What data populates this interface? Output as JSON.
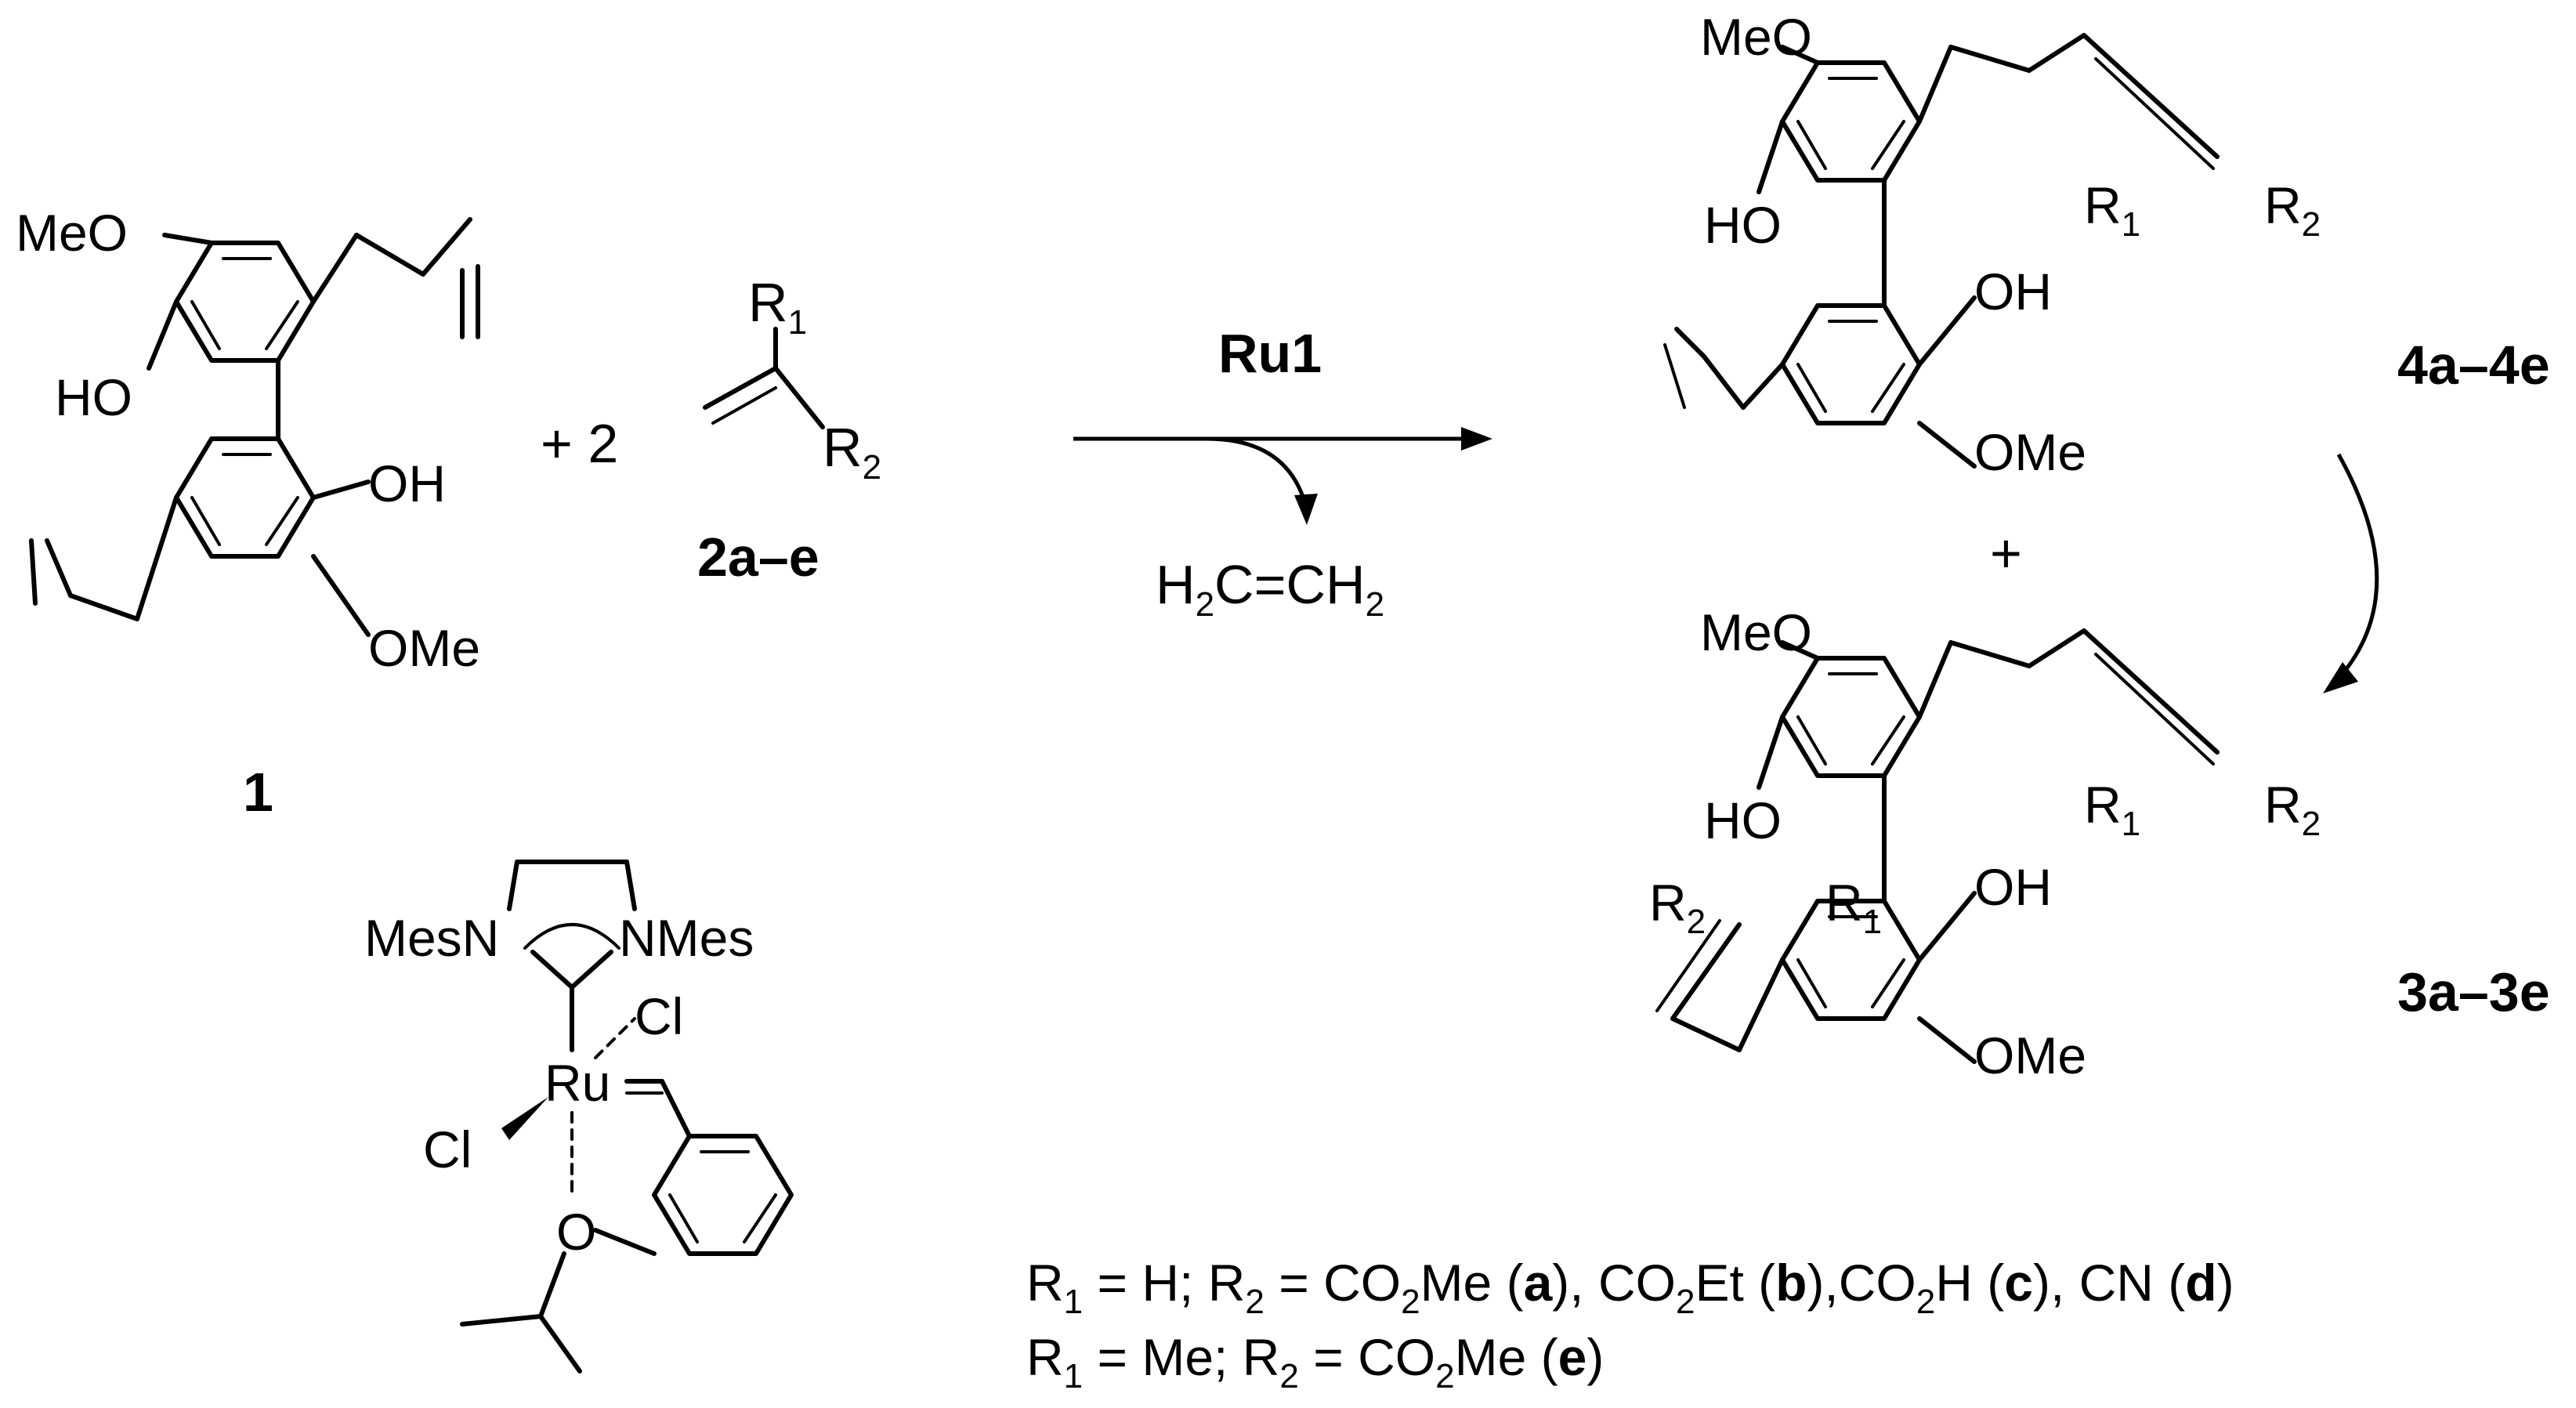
{
  "compound1": {
    "label": "1",
    "atoms": {
      "meo": "MeO",
      "ho": "HO",
      "oh": "OH",
      "ome": "OMe"
    }
  },
  "alkene": {
    "coefficient": "+ 2",
    "r1": "R",
    "r1_sub": "1",
    "r2": "R",
    "r2_sub": "2",
    "label": "2a–e"
  },
  "reaction": {
    "catalyst": "Ru1",
    "byproduct": {
      "h2c_h": "H",
      "h2c_sub": "2",
      "h2c_c": "C",
      "eq": "=",
      "ch2_c": "CH",
      "ch2_sub": "2"
    }
  },
  "product4": {
    "label": "4a–4e",
    "atoms": {
      "meo": "MeO",
      "ho": "HO",
      "oh": "OH",
      "ome": "OMe"
    }
  },
  "plus_between": "+",
  "product3": {
    "label": "3a–3e",
    "atoms": {
      "meo": "MeO",
      "ho": "HO",
      "oh": "OH",
      "ome": "OMe"
    }
  },
  "catalyst_structure": {
    "mesn_left": "MesN",
    "nmes_right": "NMes",
    "ru": "Ru",
    "cl_top": "Cl",
    "cl_left": "Cl",
    "o": "O"
  },
  "legend": {
    "line1": {
      "r1": "R",
      "r1_sub": "1",
      "eq1": " = H; ",
      "r2": "R",
      "r2_sub": "2",
      "eq2": " = CO",
      "a_sub": "2",
      "a_tail": "Me (",
      "a": "a",
      "a_close": "), CO",
      "b_sub": "2",
      "b_tail": "Et (",
      "b": "b",
      "b_close": "),CO",
      "c_sub": "2",
      "c_tail": "H (",
      "c": "c",
      "c_close": "), CN (",
      "d": "d",
      "d_close": ")"
    },
    "line2": {
      "r1": "R",
      "r1_sub": "1",
      "eq1": " = Me; ",
      "r2": "R",
      "r2_sub": "2",
      "eq2": " = CO",
      "e_sub": "2",
      "e_tail": "Me (",
      "e": "e",
      "e_close": ")"
    }
  }
}
